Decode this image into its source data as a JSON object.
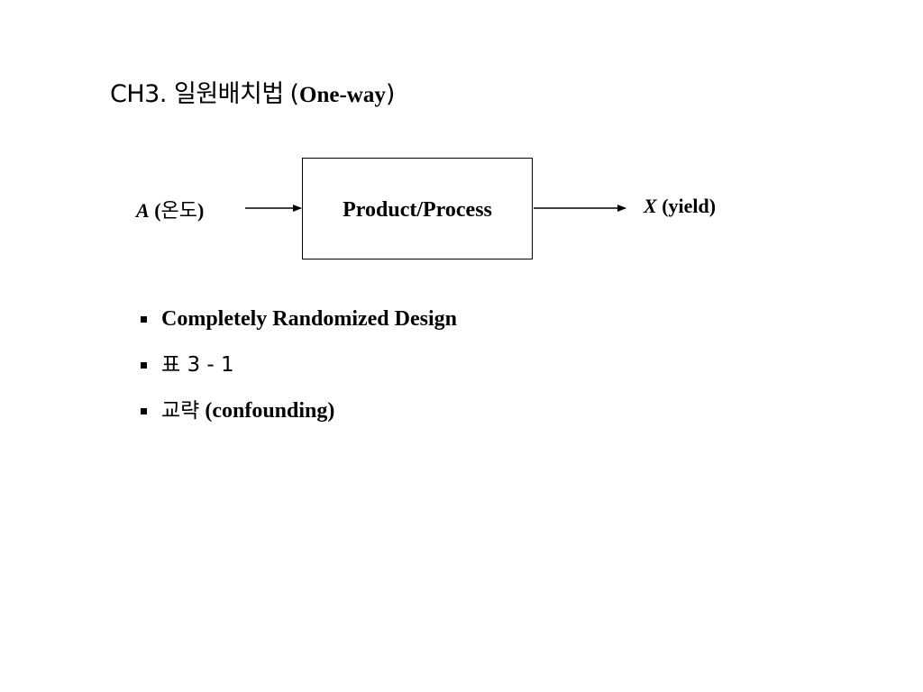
{
  "slide": {
    "title_korean": "CH3. 일원배치법",
    "title_paren_open": "(",
    "title_latin": "One-way",
    "title_paren_close": ")"
  },
  "diagram": {
    "input_var": "A",
    "input_paren_open": " (",
    "input_korean": "온도",
    "input_paren_close": ")",
    "box_label": "Product/Process",
    "output_var": "X",
    "output_rest": " (yield)"
  },
  "bullets": [
    {
      "text": "Completely Randomized Design"
    },
    {
      "text": "표 3 - 1"
    },
    {
      "korean": "교략",
      "text": " (confounding)"
    }
  ]
}
